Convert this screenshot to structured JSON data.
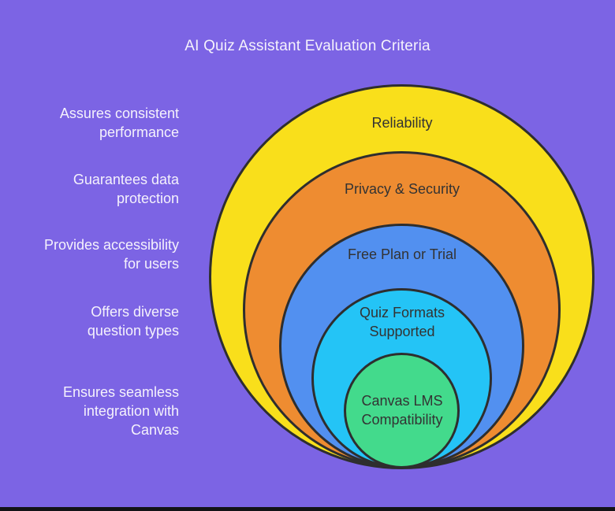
{
  "title": "AI Quiz Assistant Evaluation Criteria",
  "colors": {
    "background": "#7C64E4",
    "outline": "#2E2E2E",
    "ring_text": "#333333",
    "light_text": "#F5F2FC",
    "bottom_bar": "#131316"
  },
  "diagram": {
    "type": "nested-circles",
    "rings": [
      {
        "label": "Reliability",
        "label_lines": [
          "Reliability"
        ],
        "description": "Assures consistent performance",
        "description_lines": [
          "Assures consistent",
          "performance"
        ],
        "color": "#F9DF1B"
      },
      {
        "label": "Privacy & Security",
        "label_lines": [
          "Privacy & Security"
        ],
        "description": "Guarantees data protection",
        "description_lines": [
          "Guarantees data",
          "protection"
        ],
        "color": "#EE8C31"
      },
      {
        "label": "Free Plan or Trial",
        "label_lines": [
          "Free Plan or Trial"
        ],
        "description": "Provides accessibility for users",
        "description_lines": [
          "Provides accessibility",
          "for users"
        ],
        "color": "#5290F0"
      },
      {
        "label": "Quiz Formats Supported",
        "label_lines": [
          "Quiz Formats",
          "Supported"
        ],
        "description": "Offers diverse question types",
        "description_lines": [
          "Offers diverse",
          "question types"
        ],
        "color": "#24C4F6"
      },
      {
        "label": "Canvas LMS Compatibility",
        "label_lines": [
          "Canvas LMS",
          "Compatibility"
        ],
        "description": "Ensures seamless integration with Canvas",
        "description_lines": [
          "Ensures seamless",
          "integration with",
          "Canvas"
        ],
        "color": "#43DA8C"
      }
    ]
  }
}
